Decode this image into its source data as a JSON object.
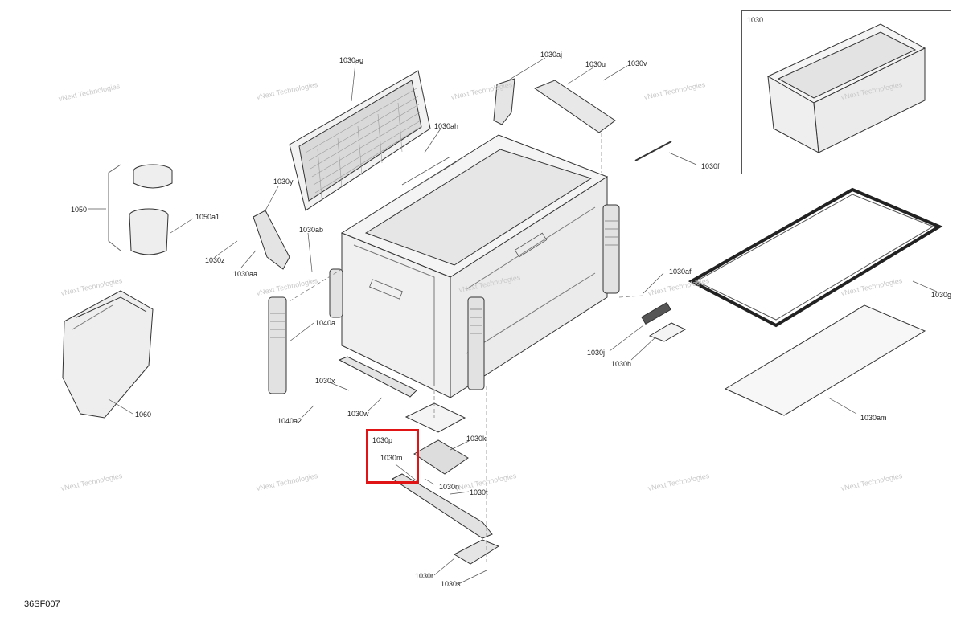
{
  "figure_id": "36SF007",
  "inset": {
    "label": "1030"
  },
  "watermark": {
    "line1": "vNext",
    "line2": "Technologies",
    "text": "vNext Technologies"
  },
  "callouts": {
    "c1030ag": "1030ag",
    "c1030aj": "1030aj",
    "c1030u": "1030u",
    "c1030v": "1030v",
    "c1030ah": "1030ah",
    "c1030f": "1030f",
    "c1050": "1050",
    "c1050a1": "1050a1",
    "c1030y": "1030y",
    "c1030ab": "1030ab",
    "c1030z": "1030z",
    "c1030aa": "1030aa",
    "c1030af": "1030af",
    "c1030g": "1030g",
    "c1040a": "1040a",
    "c1030j": "1030j",
    "c1030h": "1030h",
    "c1030x": "1030x",
    "c1030w": "1030w",
    "c1040a2": "1040a2",
    "c1060": "1060",
    "c1030am": "1030am",
    "c1030p": "1030p",
    "c1030k": "1030k",
    "c1030m": "1030m",
    "c1030n": "1030n",
    "c1030t": "1030t",
    "c1030r": "1030r",
    "c1030s": "1030s"
  },
  "colors": {
    "highlight": "#e01414",
    "line": "#333333",
    "part_fill": "#eeeeee",
    "part_dark": "#555555"
  }
}
